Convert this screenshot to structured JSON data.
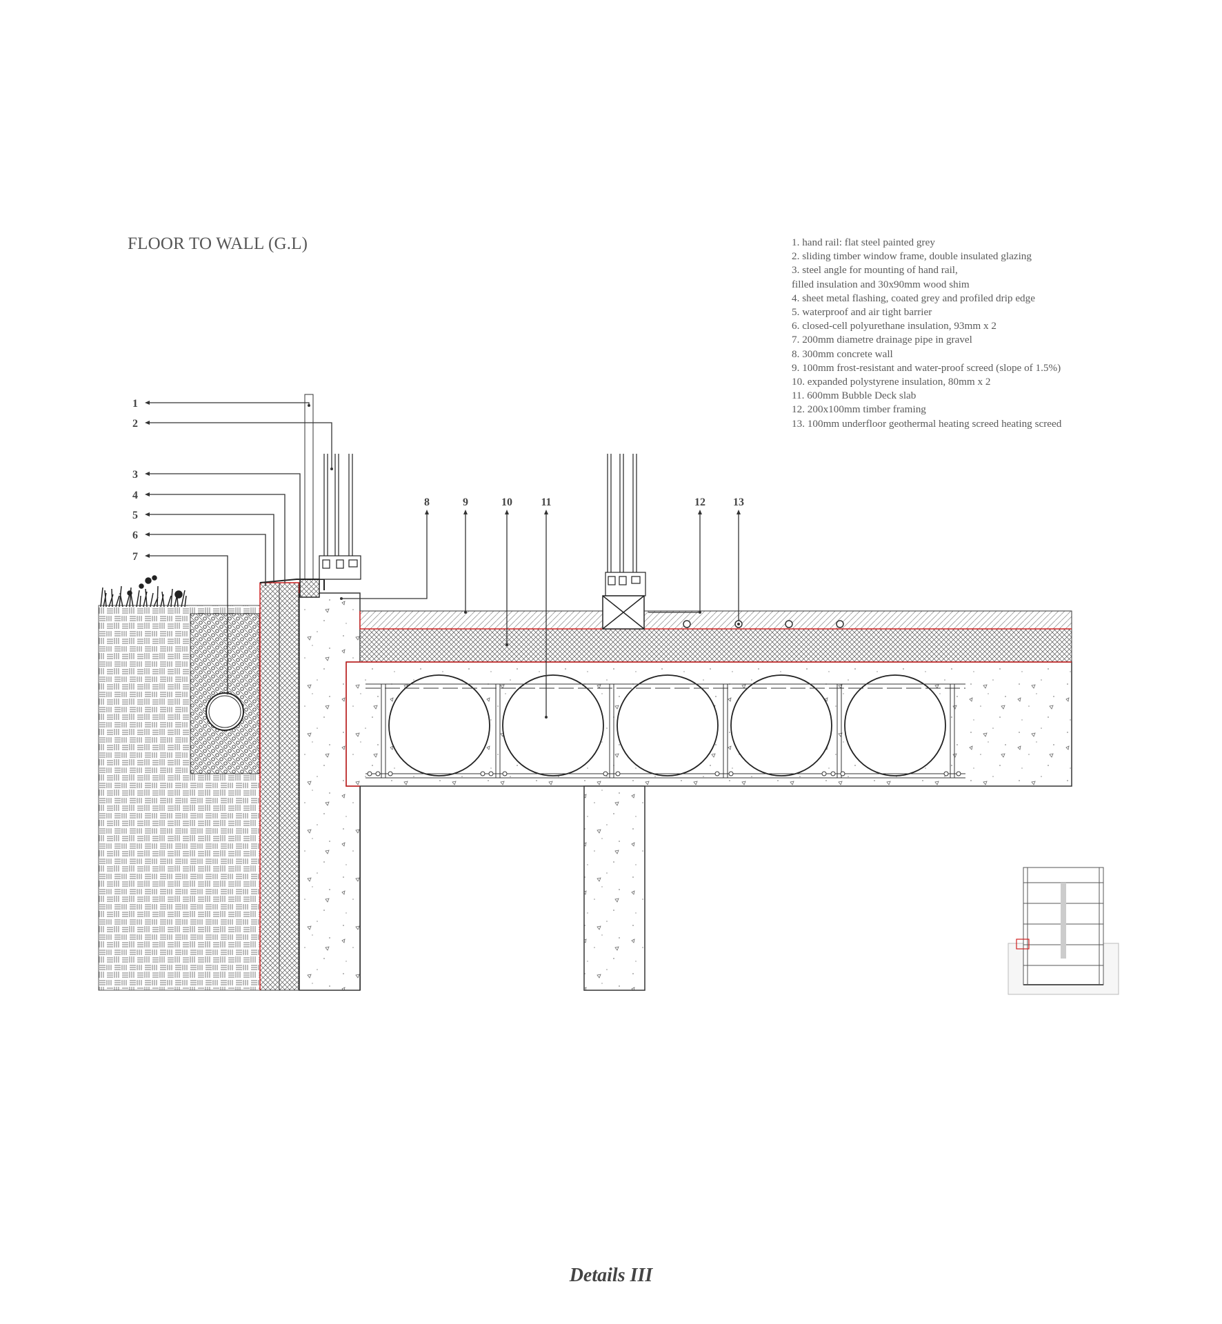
{
  "title": "FLOOR TO WALL (G.L)",
  "legend": [
    "1. hand rail: flat steel painted grey",
    "2. sliding timber window frame, double insulated glazing",
    "3. steel angle for mounting of hand rail,",
    "filled insulation and 30x90mm wood shim",
    "4. sheet metal flashing, coated grey and profiled drip edge",
    "5. waterproof and air tight barrier",
    "6. closed-cell polyurethane insulation, 93mm x 2",
    "7. 200mm diametre drainage pipe in gravel",
    "8. 300mm concrete wall",
    "9. 100mm frost-resistant and water-proof screed (slope of 1.5%)",
    "10. expanded polystyrene insulation, 80mm x 2",
    "11. 600mm Bubble Deck slab",
    "12. 200x100mm timber framing",
    "13. 100mm underfloor geothermal heating screed heating screed"
  ],
  "callouts_left": [
    "1",
    "2",
    "3",
    "4",
    "5",
    "6",
    "7"
  ],
  "callouts_top": [
    "8",
    "9",
    "10",
    "11",
    "12",
    "13"
  ],
  "footer": "Details III",
  "colors": {
    "barrier": "#d02020",
    "line": "#333333",
    "text": "#555555"
  }
}
